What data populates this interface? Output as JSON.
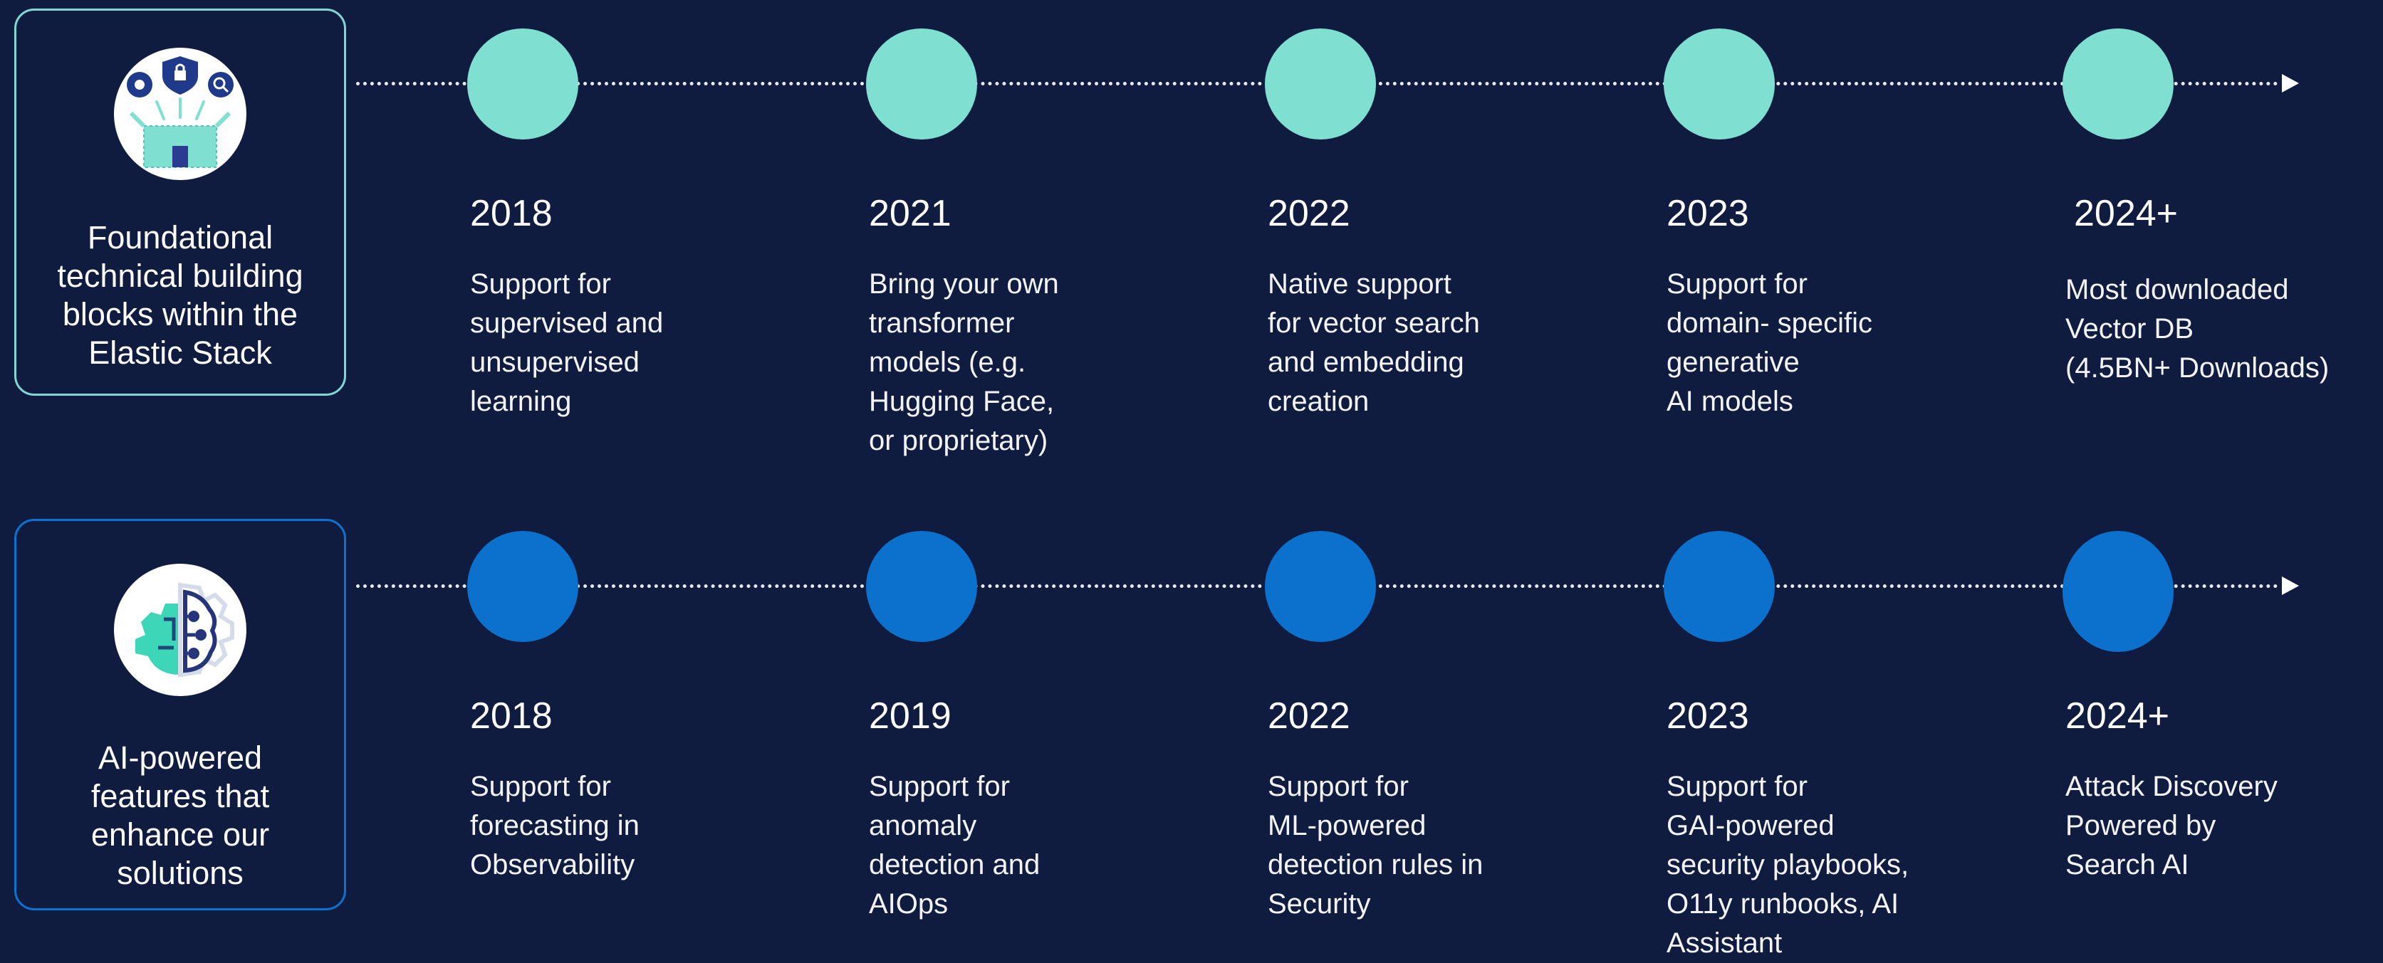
{
  "rows": [
    {
      "title": "Foundational\ntechnical building\nblocks within the\nElastic Stack",
      "icon": "stack-building-blocks-icon",
      "color": "#7fe0d2",
      "milestones": [
        {
          "year": "2018",
          "text": "Support for\nsupervised and\nunsupervised\nlearning"
        },
        {
          "year": "2021",
          "text": "Bring your own\ntransformer\nmodels (e.g.\nHugging Face,\nor proprietary)"
        },
        {
          "year": "2022",
          "text": "Native support\nfor vector search\nand embedding\ncreation"
        },
        {
          "year": "2023",
          "text": "Support for\ndomain- specific\ngenerative\nAI models"
        },
        {
          "year": "2024+",
          "text": "Most downloaded\nVector DB\n(4.5BN+ Downloads)"
        }
      ]
    },
    {
      "title": "AI-powered\nfeatures that\nenhance our\nsolutions",
      "icon": "ai-gear-brain-icon",
      "color": "#0b71cc",
      "milestones": [
        {
          "year": "2018",
          "text": "Support for\nforecasting in\nObservability"
        },
        {
          "year": "2019",
          "text": "Support for\nanomaly\ndetection and\nAIOps"
        },
        {
          "year": "2022",
          "text": "Support for\nML-powered\ndetection rules in\nSecurity"
        },
        {
          "year": "2023",
          "text": "Support for\nGAI-powered\nsecurity playbooks,\nO11y runbooks, AI\nAssistant"
        },
        {
          "year": "2024+",
          "text": "Attack Discovery\nPowered by\nSearch AI"
        }
      ]
    }
  ]
}
